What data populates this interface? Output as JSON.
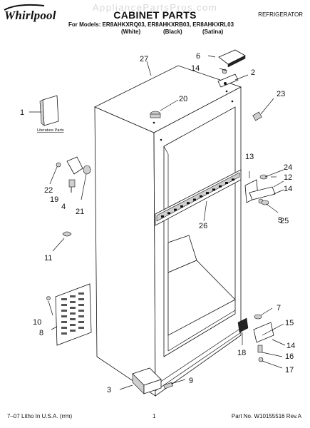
{
  "header": {
    "brand": "Whirlpool",
    "watermark": "AppliancePartsPros.com",
    "title": "CABINET PARTS",
    "category": "REFRIGERATOR",
    "models_line": "For Models: ER8AHKXRQ03, ER8AHKXRB03, ER8AHKXRL03",
    "colors": [
      "(White)",
      "(Black)",
      "(Satina)"
    ]
  },
  "literature_label": "Literature Parts",
  "callouts": {
    "c1": "1",
    "c2": "2",
    "c3": "3",
    "c4": "4",
    "c5": "5",
    "c6": "6",
    "c7": "7",
    "c8": "8",
    "c9": "9",
    "c10": "10",
    "c11": "11",
    "c12": "12",
    "c13": "13",
    "c14a": "14",
    "c14b": "14",
    "c14c": "14",
    "c15": "15",
    "c16": "16",
    "c17": "17",
    "c18": "18",
    "c19": "19",
    "c20": "20",
    "c21": "21",
    "c22": "22",
    "c23": "23",
    "c24": "24",
    "c25": "25",
    "c26": "26",
    "c27": "27"
  },
  "footer": {
    "left": "7–07 Litho In U.S.A. (rrm)",
    "page": "1",
    "part_no": "Part No. W10155516 Rev.A"
  }
}
